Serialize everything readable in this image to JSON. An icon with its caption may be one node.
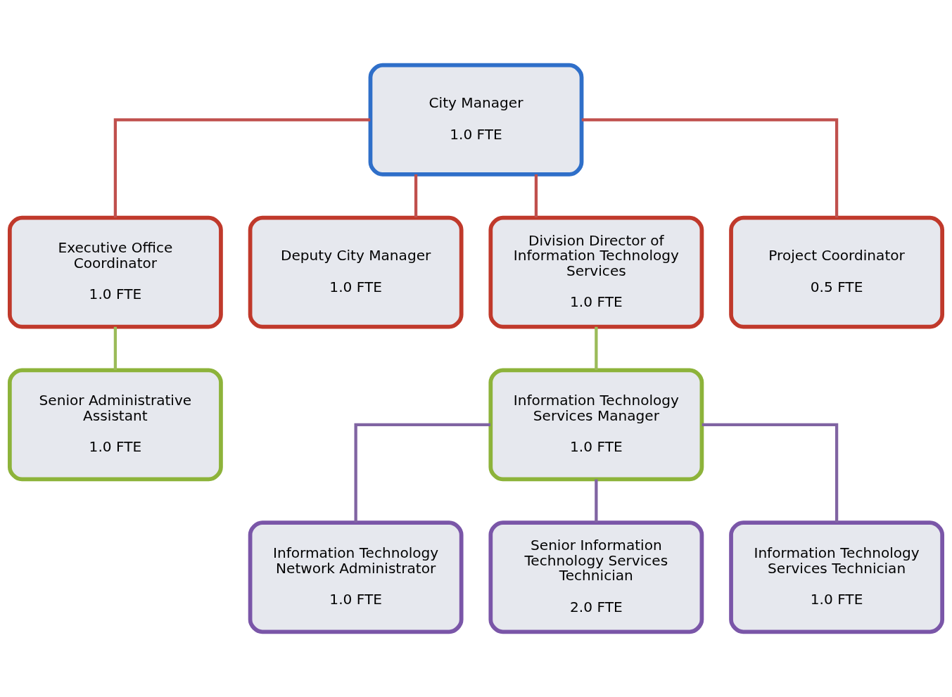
{
  "diagram": {
    "nodes": [
      {
        "text": [
          "City Manager",
          "1.0 FTE"
        ]
      },
      {
        "text": [
          "Executive Office Coordinator",
          "1.0 FTE"
        ]
      },
      {
        "text": [
          "Deputy City Manager",
          "1.0 FTE"
        ]
      },
      {
        "text": [
          "Division Director of Information Technology Services",
          "1.0 FTE"
        ]
      },
      {
        "text": [
          "Project Coordinator",
          "0.5 FTE"
        ]
      },
      {
        "text": [
          "Senior Administrative Assistant",
          "1.0 FTE"
        ]
      },
      {
        "text": [
          "Information Technology Services Manager",
          "1.0 FTE"
        ]
      },
      {
        "text": [
          "Information Technology Network Administrator",
          "1.0 FTE"
        ]
      },
      {
        "text": [
          "Senior Information Technology Services Technician",
          "2.0 FTE"
        ]
      },
      {
        "text": [
          "Information Technology Services Technician",
          "1.0 FTE"
        ]
      }
    ],
    "edges": [
      {
        "from": 0,
        "to": 1,
        "arrow": "none"
      },
      {
        "from": 0,
        "to": 2,
        "arrow": "none"
      },
      {
        "from": 0,
        "to": 3,
        "arrow": "none"
      },
      {
        "from": 0,
        "to": 4,
        "arrow": "none"
      },
      {
        "from": 1,
        "to": 5,
        "arrow": "none",
        "color": "#9bbb59"
      },
      {
        "from": 3,
        "to": 6,
        "arrow": "none",
        "color": "#9bbb59"
      },
      {
        "from": 6,
        "to": 7,
        "arrow": "none",
        "color": "#8064a2"
      },
      {
        "from": 6,
        "to": 8,
        "arrow": "none",
        "color": "#8064a2"
      },
      {
        "from": 6,
        "to": 9,
        "arrow": "none",
        "color": "#8064a2"
      }
    ]
  }
}
